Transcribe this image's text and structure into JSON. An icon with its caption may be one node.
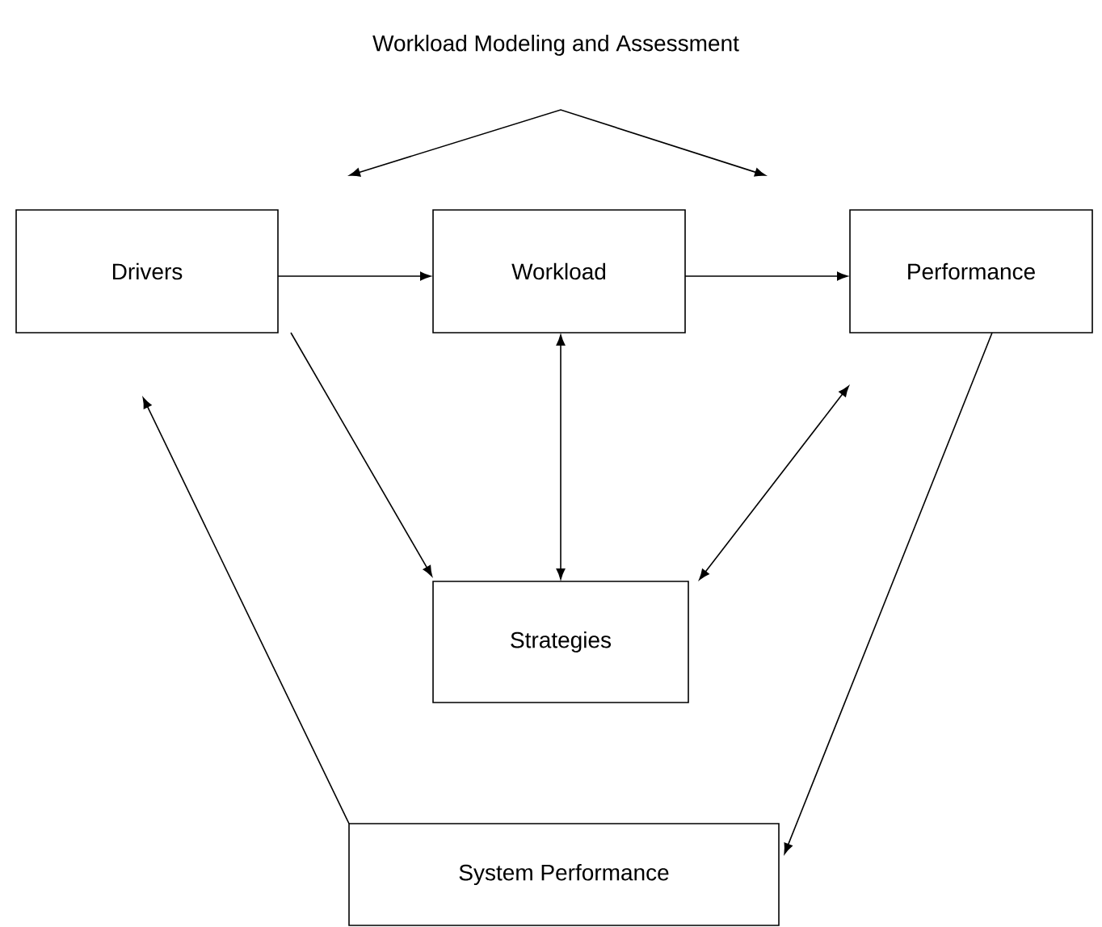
{
  "diagram": {
    "title": "Workload Modeling and Assessment",
    "nodes": [
      {
        "text": [
          "Drivers"
        ]
      },
      {
        "text": [
          "Workload"
        ]
      },
      {
        "text": [
          "Performance"
        ]
      },
      {
        "text": [
          "Strategies"
        ]
      },
      {
        "text": [
          "System Performance"
        ]
      }
    ],
    "edges": [
      {
        "from": 0,
        "to": 1,
        "arrow": "to"
      },
      {
        "from": 1,
        "to": 2,
        "arrow": "to"
      },
      {
        "from": 0,
        "to": 3,
        "arrow": "to"
      },
      {
        "from": 1,
        "to": 3,
        "arrow": "both"
      },
      {
        "from": 2,
        "to": 3,
        "arrow": "both"
      },
      {
        "from": 2,
        "to": 4,
        "arrow": "to"
      },
      {
        "from": 4,
        "to": 0,
        "arrow": "to"
      }
    ]
  }
}
